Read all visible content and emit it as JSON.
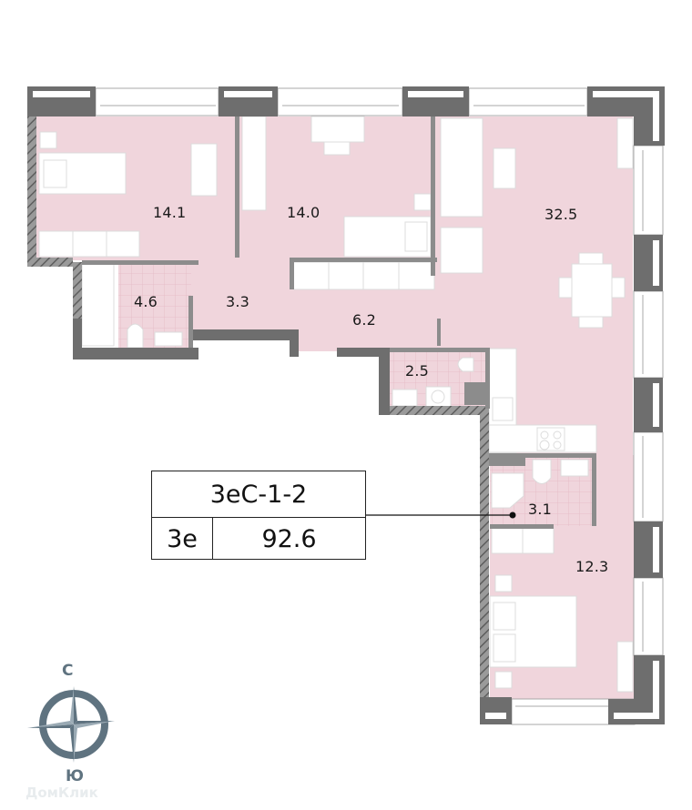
{
  "colors": {
    "room_fill": "#f0d5dc",
    "wall": "#6e6e6e",
    "partition": "#8c8c8c",
    "hatch": "#7a7a7a",
    "furniture": "#ffffff",
    "furniture_stroke": "#d8d8d8",
    "compass": "#5f7380",
    "compass_light": "#9aaab4"
  },
  "rooms": [
    {
      "id": "bedroom-1",
      "area": "14.1"
    },
    {
      "id": "bedroom-2",
      "area": "14.0"
    },
    {
      "id": "living-kitchen",
      "area": "32.5"
    },
    {
      "id": "bathroom-1",
      "area": "4.6"
    },
    {
      "id": "hall",
      "area": "3.3"
    },
    {
      "id": "corridor",
      "area": "6.2"
    },
    {
      "id": "wc",
      "area": "2.5"
    },
    {
      "id": "bathroom-2",
      "area": "3.1"
    },
    {
      "id": "bedroom-3",
      "area": "12.3"
    }
  ],
  "info": {
    "code": "3eC-1-2",
    "type": "3e",
    "total_area": "92.6"
  },
  "compass": {
    "north": "С",
    "south": "Ю"
  },
  "watermark": "ДомКлик"
}
